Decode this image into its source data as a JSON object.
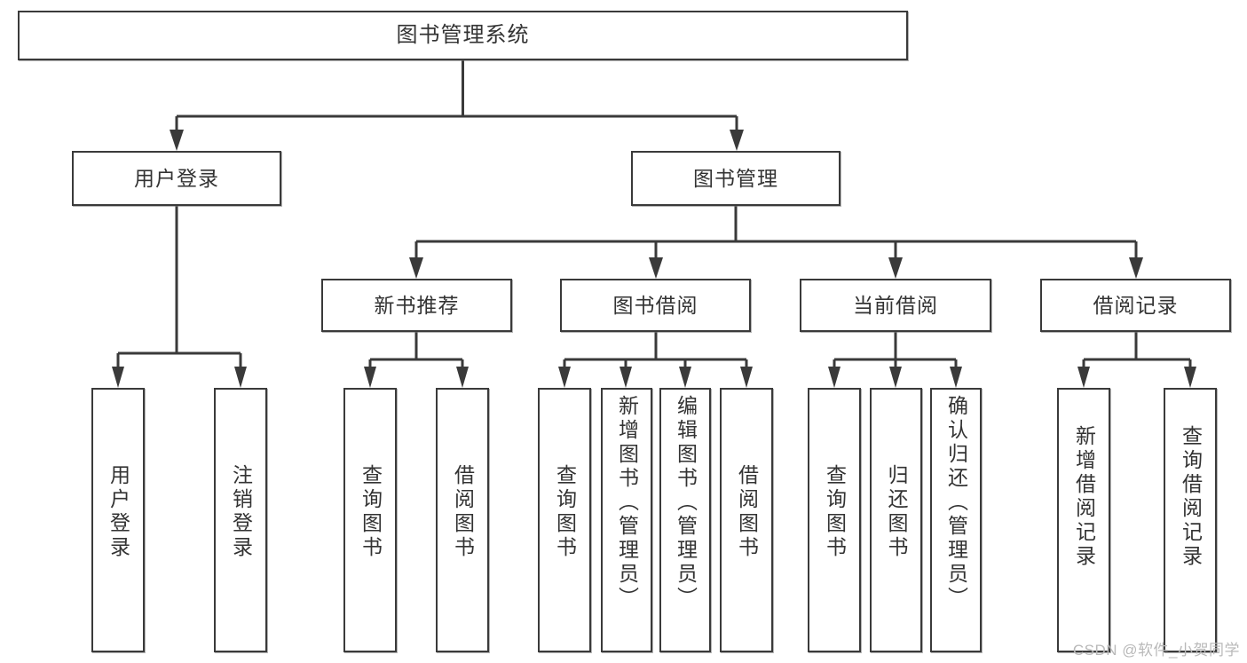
{
  "diagram": {
    "title": "图书管理系统",
    "root": {
      "label": "图书管理系统"
    },
    "level2": [
      {
        "label": "用户登录"
      },
      {
        "label": "图书管理"
      }
    ],
    "level3": [
      {
        "label": "新书推荐"
      },
      {
        "label": "图书借阅"
      },
      {
        "label": "当前借阅"
      },
      {
        "label": "借阅记录"
      }
    ],
    "leaves": {
      "user_login": [
        {
          "label": "用户登录"
        },
        {
          "label": "注销登录"
        }
      ],
      "new_book": [
        {
          "label": "查询图书"
        },
        {
          "label": "借阅图书"
        }
      ],
      "book_borrow": [
        {
          "label": "查询图书"
        },
        {
          "label": "新增图书（管理员）"
        },
        {
          "label": "编辑图书（管理员）"
        },
        {
          "label": "借阅图书"
        }
      ],
      "current_borrow": [
        {
          "label": "查询图书"
        },
        {
          "label": "归还图书"
        },
        {
          "label": "确认归还（管理员）"
        }
      ],
      "borrow_record": [
        {
          "label": "新增借阅记录"
        },
        {
          "label": "查询借阅记录"
        }
      ]
    }
  },
  "watermark": {
    "text": "CSDN @软件_小贺同学"
  },
  "colors": {
    "stroke": "#3a3a3a",
    "text": "#333333",
    "background": "#ffffff",
    "watermark": "#b9b9b9"
  }
}
